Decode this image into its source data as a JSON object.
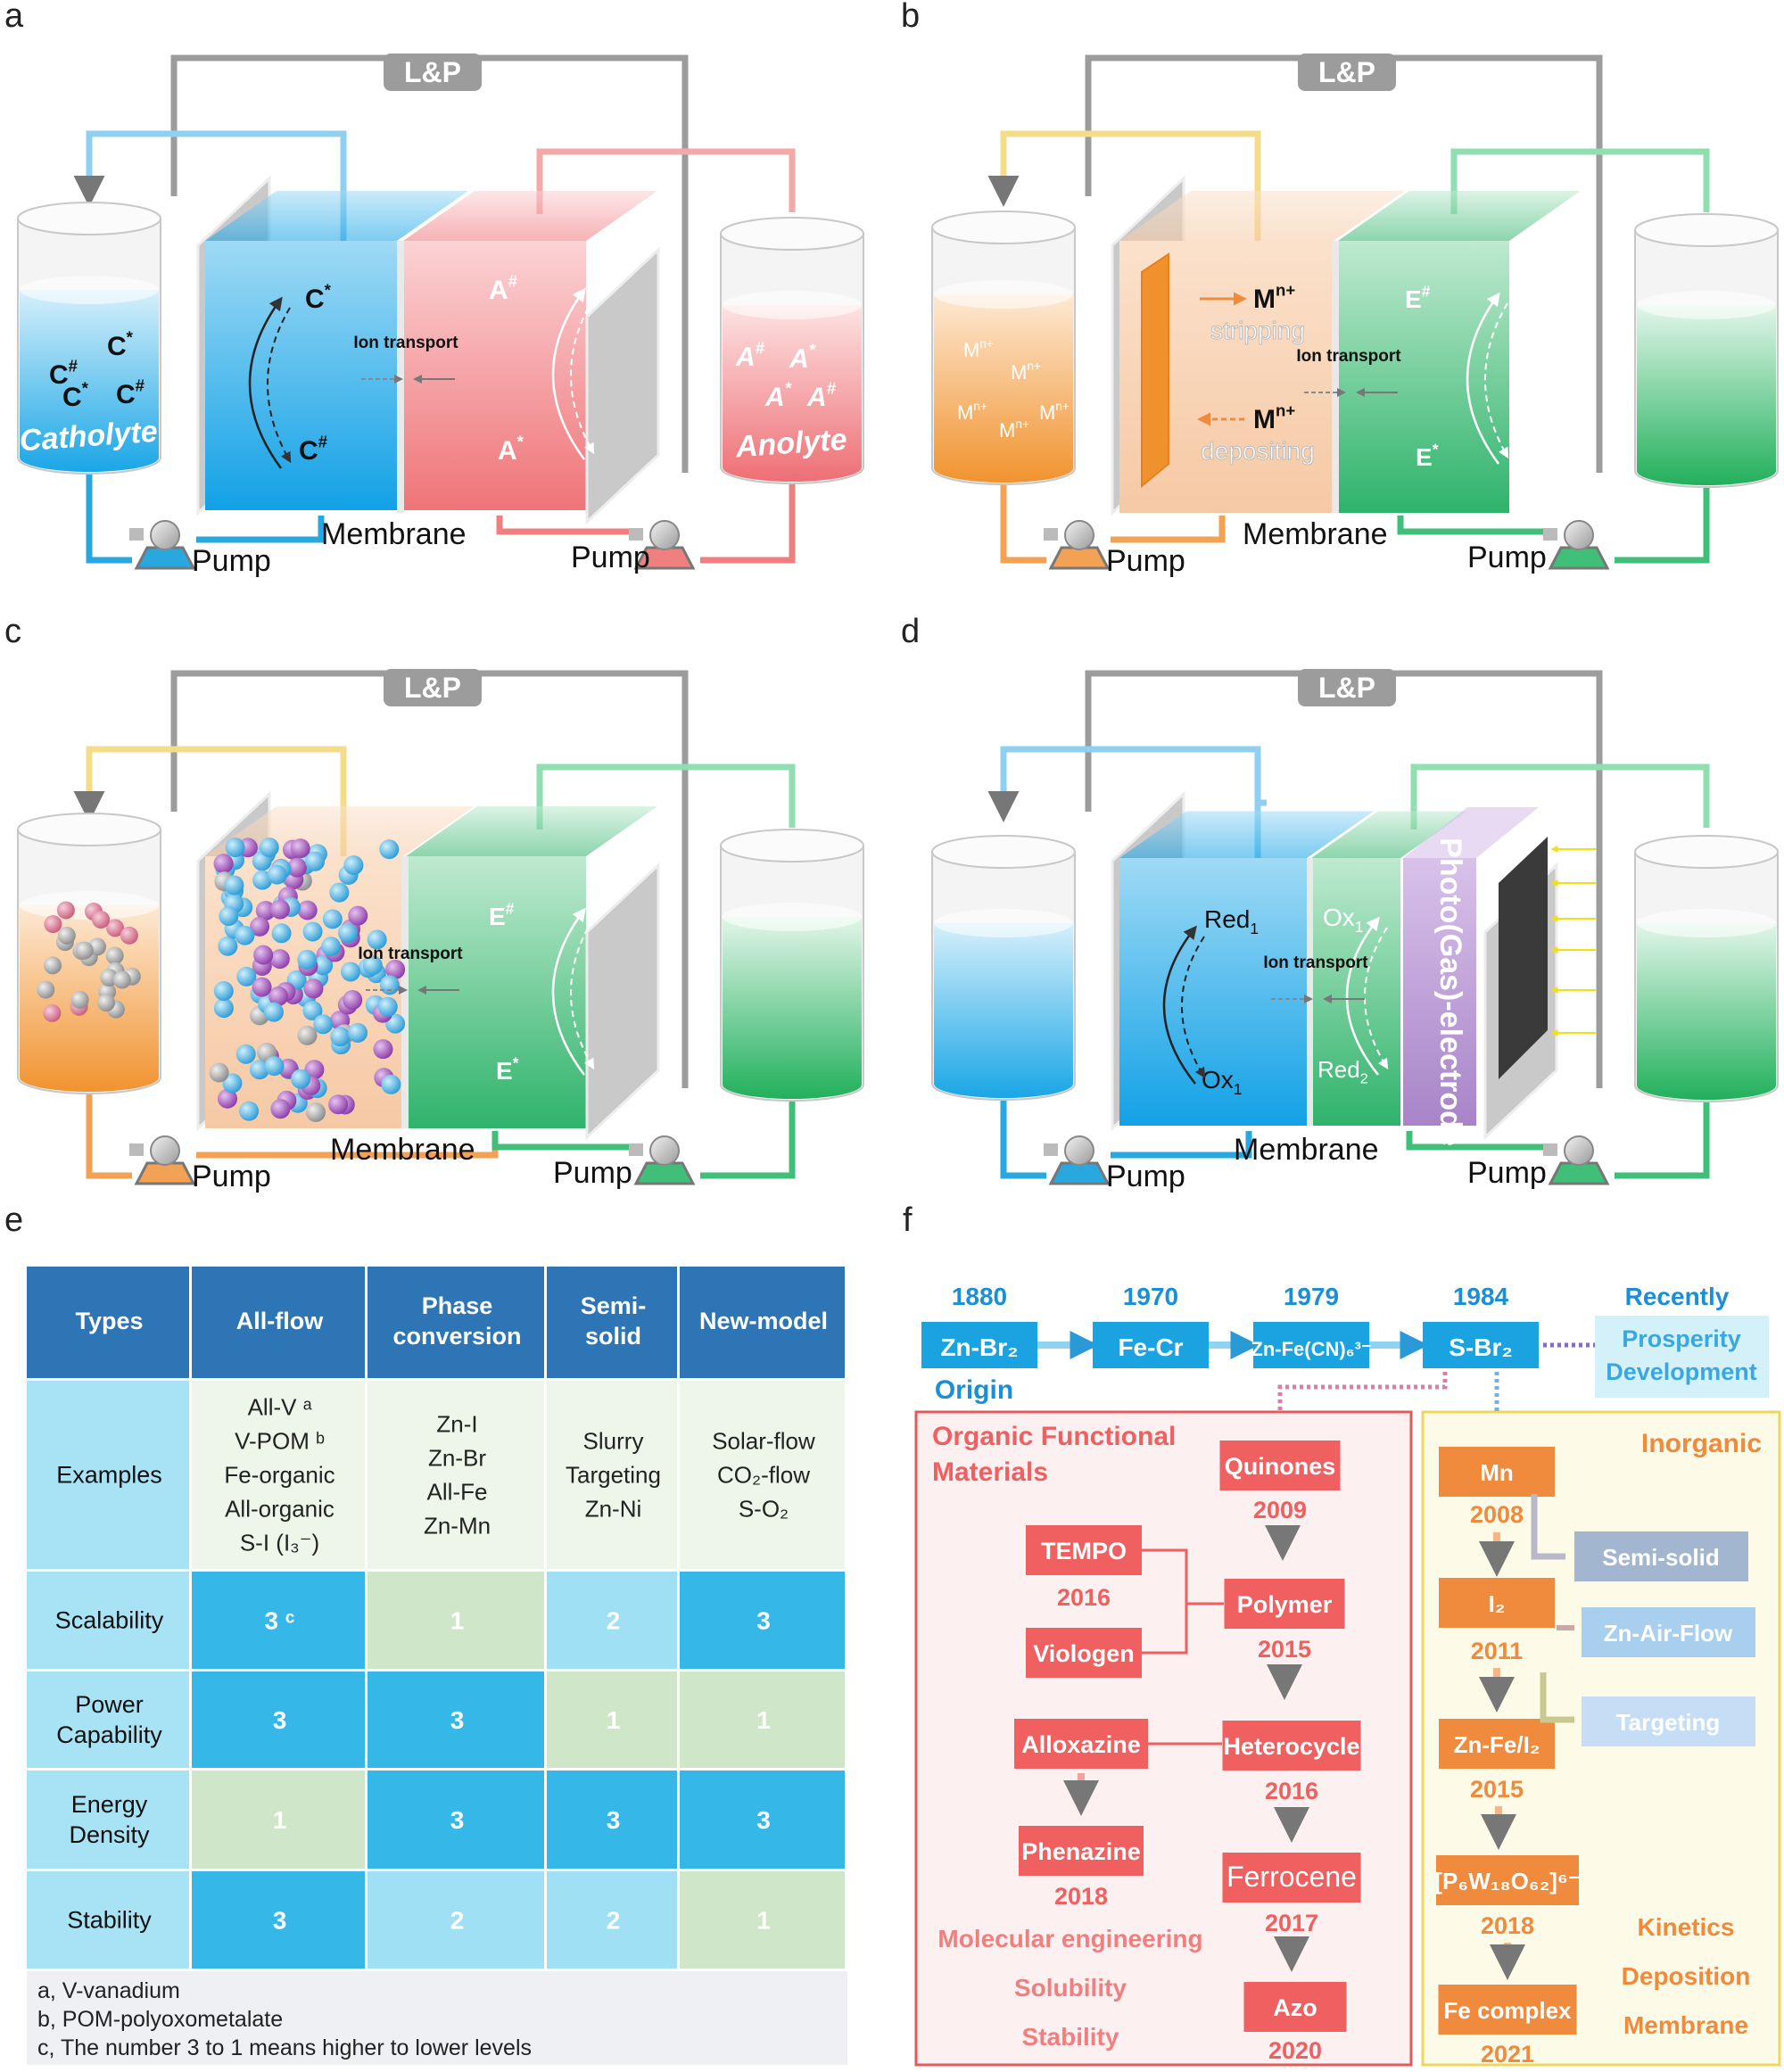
{
  "panels": {
    "a": {
      "letter": "a",
      "lp": "L&P",
      "left_tank_label": "Catholyte",
      "right_tank_label": "Anolyte",
      "left_species": [
        "C#",
        "C*",
        "C*",
        "C#"
      ],
      "right_species": [
        "A#",
        "A*",
        "A*",
        "A#"
      ],
      "cell_left_top": "C*",
      "cell_left_bottom": "C#",
      "cell_right_top": "A#",
      "cell_right_bottom": "A*",
      "ion": "Ion transport",
      "membrane": "Membrane",
      "pump_left": "Pump",
      "pump_right": "Pump",
      "colors": {
        "left": "#29a8e0",
        "right": "#f08080",
        "left_pipe": "#8fd0f0",
        "right_pipe": "#f4a8a8"
      }
    },
    "b": {
      "letter": "b",
      "lp": "L&P",
      "left_species": [
        "Mn+",
        "Mn+",
        "Mn+",
        "Mn+",
        "Mn+"
      ],
      "strip_top": "Mn+",
      "strip_top_label": "stripping",
      "strip_bottom": "Mn+",
      "strip_bottom_label": "depositing",
      "cell_right_top": "E#",
      "cell_right_bottom": "E*",
      "ion": "Ion transport",
      "membrane": "Membrane",
      "pump_left": "Pump",
      "pump_right": "Pump",
      "colors": {
        "left": "#f3a155",
        "right": "#3fbf78",
        "left_pipe": "#f5dc8a",
        "right_pipe": "#8fdfb0"
      }
    },
    "c": {
      "letter": "c",
      "lp": "L&P",
      "cell_right_top": "E#",
      "cell_right_bottom": "E*",
      "ion": "Ion transport",
      "membrane": "Membrane",
      "pump_left": "Pump",
      "pump_right": "Pump",
      "colors": {
        "left": "#f3a155",
        "right": "#3fbf78",
        "left_pipe": "#f5dc8a",
        "right_pipe": "#8fdfb0"
      }
    },
    "d": {
      "letter": "d",
      "lp": "L&P",
      "cell_left_top": "Red1",
      "cell_left_bottom": "Ox1",
      "cell_mid_top": "Ox1",
      "cell_mid_bottom": "Red2",
      "photo_label": "Photo(Gas)-electrode",
      "ion": "Ion transport",
      "membrane": "Membrane",
      "pump_left": "Pump",
      "pump_right": "Pump",
      "colors": {
        "left": "#29a8e0",
        "right": "#3fbf78",
        "left_pipe": "#8fd0f0",
        "right_pipe": "#8fdfb0",
        "photo": "#a884c8"
      }
    },
    "e": {
      "letter": "e",
      "headers": [
        "Types",
        "All-flow",
        "Phase conversion",
        "Semi-solid",
        "New-model"
      ],
      "rows": [
        {
          "label": "Examples",
          "cells": [
            [
              "All-V ᵃ",
              "V-POM ᵇ",
              "Fe-organic",
              "All-organic",
              "S-I (I₃⁻)"
            ],
            [
              "Zn-I",
              "Zn-Br",
              "All-Fe",
              "Zn-Mn"
            ],
            [
              "Slurry",
              "Targeting",
              "Zn-Ni"
            ],
            [
              "Solar-flow",
              "CO₂-flow",
              "S-O₂"
            ]
          ]
        },
        {
          "label": "Scalability",
          "values": [
            "3 ᶜ",
            "1",
            "2",
            "3"
          ]
        },
        {
          "label": "Power Capability",
          "values": [
            "3",
            "3",
            "1",
            "1"
          ]
        },
        {
          "label": "Energy Density",
          "values": [
            "1",
            "3",
            "3",
            "3"
          ]
        },
        {
          "label": "Stability",
          "values": [
            "3",
            "2",
            "2",
            "1"
          ]
        }
      ],
      "notes": [
        "a, V-vanadium",
        "b, POM-polyoxometalate",
        "c, The number 3 to 1 means higher to lower levels"
      ],
      "colors": {
        "header": "#2e75b6",
        "level3": "#35b8e8",
        "level2": "#9fe0f5",
        "level1": "#cfe6c8",
        "level1b": "#b9dba7",
        "label": "#a8e2f5",
        "examples": "#eef6ea"
      }
    },
    "f": {
      "letter": "f",
      "timeline": [
        {
          "year": "1880",
          "label": "Zn-Br₂"
        },
        {
          "year": "1970",
          "label": "Fe-Cr"
        },
        {
          "year": "1979",
          "label": "Zn-Fe(CN)₆³⁻"
        },
        {
          "year": "1984",
          "label": "S-Br₂"
        },
        {
          "year": "Recently",
          "label": "Prosperity Development"
        }
      ],
      "origin": "Origin",
      "organic_title": "Organic Functional Materials",
      "inorganic_title": "Inorganic",
      "organic_nodes": [
        {
          "label": "Quinones",
          "year": "2009"
        },
        {
          "label": "TEMPO",
          "year": "2016"
        },
        {
          "label": "Viologen",
          "year": ""
        },
        {
          "label": "Polymer",
          "year": "2015"
        },
        {
          "label": "Alloxazine",
          "year": ""
        },
        {
          "label": "Heterocycle",
          "year": "2016"
        },
        {
          "label": "Phenazine",
          "year": "2018"
        },
        {
          "label": "Ferrocene",
          "year": "2017"
        },
        {
          "label": "Azo",
          "year": "2020"
        }
      ],
      "organic_notes": [
        "Molecular engineering",
        "Solubility",
        "Stability"
      ],
      "inorganic_nodes": [
        {
          "label": "Mn",
          "year": "2008"
        },
        {
          "label": "I₂",
          "year": "2011"
        },
        {
          "label": "Zn-Fe/I₂",
          "year": "2015"
        },
        {
          "label": "[P₆W₁₈O₆₂]⁶⁻",
          "year": "2018"
        },
        {
          "label": "Fe complex",
          "year": "2021"
        }
      ],
      "side_nodes": [
        "Semi-solid",
        "Zn-Air-Flow",
        "Targeting"
      ],
      "inorganic_notes": [
        "Kinetics",
        "Deposition",
        "Membrane"
      ],
      "colors": {
        "blue": "#1aa3e0",
        "red": "#f06060",
        "orange": "#f08a3c",
        "year_blue": "#1a8fd6",
        "organic_text": "#f06060",
        "inorganic_text": "#f08a3c"
      }
    }
  }
}
